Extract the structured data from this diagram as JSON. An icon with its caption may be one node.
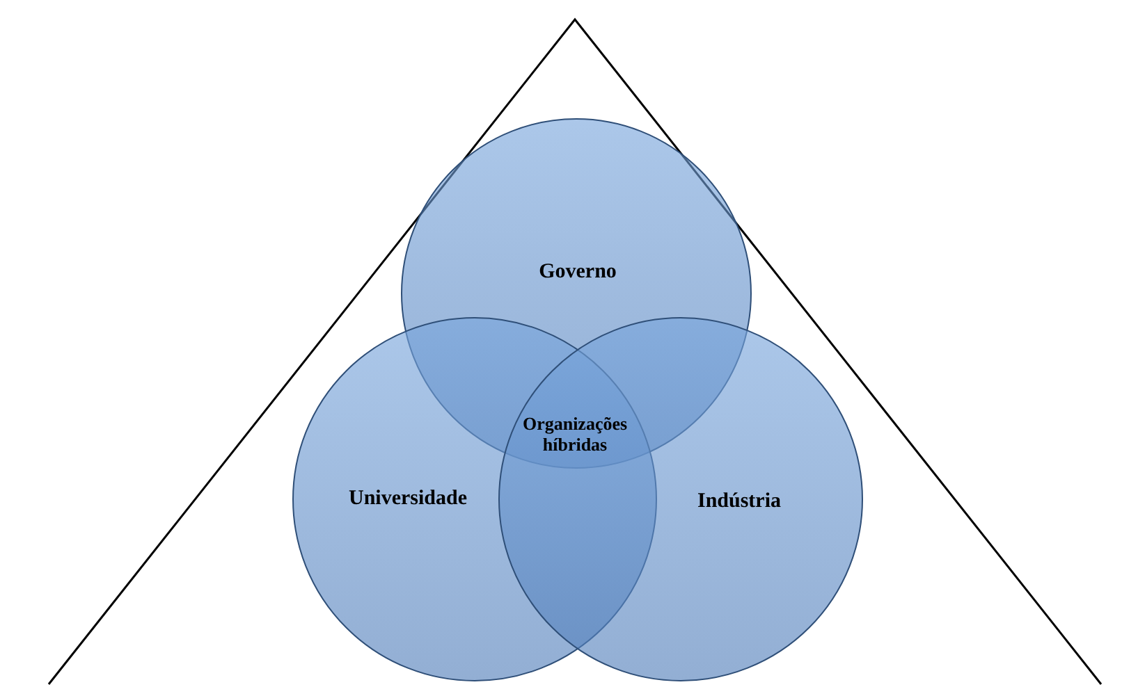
{
  "diagram": {
    "nodes": [
      {
        "text": [
          "Governo"
        ]
      },
      {
        "text": [
          "Universidade"
        ]
      },
      {
        "text": [
          "Indústria"
        ]
      }
    ],
    "edges": [],
    "labels": [
      "Organizações híbridas"
    ]
  }
}
